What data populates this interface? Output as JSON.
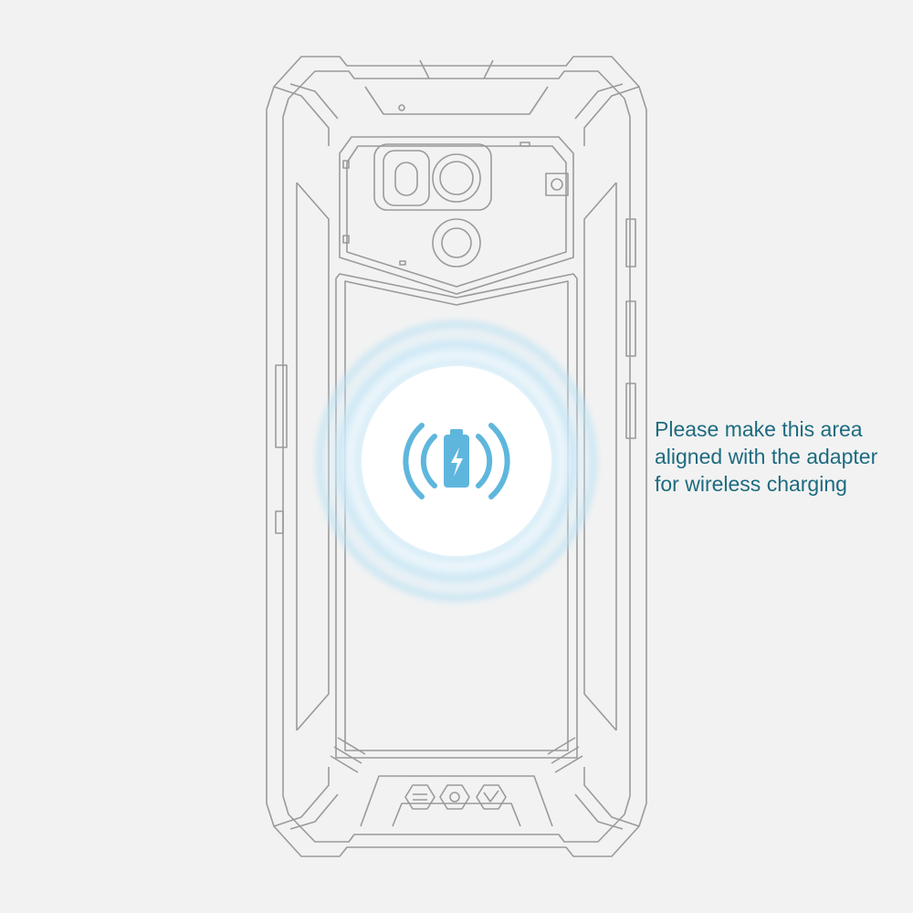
{
  "caption": {
    "line1": "Please make this area",
    "line2": "aligned with the adapter",
    "line3": "for wireless charging"
  },
  "colors": {
    "background": "#f2f2f2",
    "outline": "#9a9a9a",
    "caption_text": "#1d6b80",
    "charging_accent": "#5fb6dd",
    "glow": "#bfe3f4"
  },
  "icons": {
    "charging_zone": "wireless-charging-icon",
    "bottom_left": "honeycomb-icon",
    "bottom_middle": "gear-icon",
    "bottom_right": "check-icon"
  }
}
